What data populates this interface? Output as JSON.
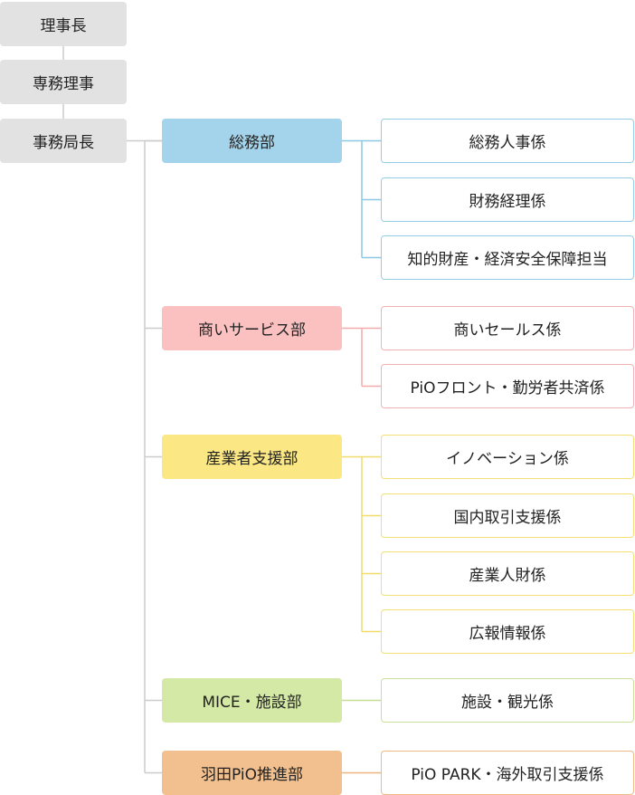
{
  "executives": [
    "理事長",
    "専務理事",
    "事務局長"
  ],
  "departments": [
    {
      "name": "総務部",
      "color": "#a3d4eb",
      "line": "#8cc8e3",
      "border": "#96cde6",
      "sections": [
        "総務人事係",
        "財務経理係",
        "知的財産・経済安全保障担当"
      ]
    },
    {
      "name": "商いサービス部",
      "color": "#fbc1c1",
      "line": "#f4abab",
      "border": "#f4b3b3",
      "sections": [
        "商いセールス係",
        "PiOフロント・勤労者共済係"
      ]
    },
    {
      "name": "産業者支援部",
      "color": "#fbe783",
      "line": "#f1dc6a",
      "border": "#f3df74",
      "sections": [
        "イノベーション係",
        "国内取引支援係",
        "産業人財係",
        "広報情報係"
      ]
    },
    {
      "name": "MICE・施設部",
      "color": "#d5e9a6",
      "line": "#c6de92",
      "border": "#c9e19a",
      "sections": [
        "施設・観光係"
      ]
    },
    {
      "name": "羽田PiO推進部",
      "color": "#f2c08e",
      "line": "#eeb47c",
      "border": "#efba86",
      "sections": [
        "PiO PARK・海外取引支援係"
      ]
    }
  ],
  "connector_gray": "#cccccc"
}
